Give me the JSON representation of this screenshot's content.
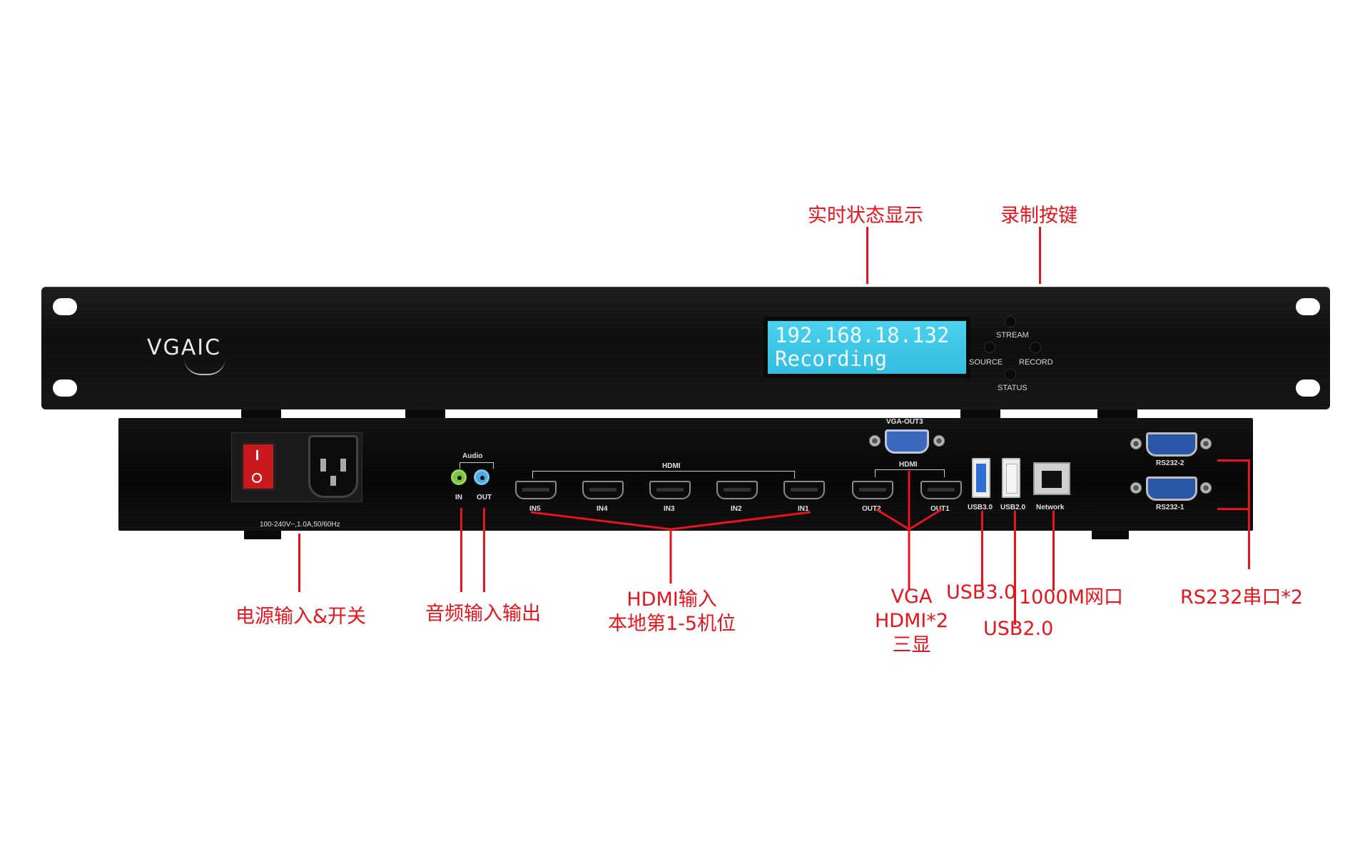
{
  "callouts": {
    "status_display": "实时状态显示",
    "record_buttons": "录制按键",
    "power": "电源输入&开关",
    "audio": "音频输入输出",
    "hdmi_in_line1": "HDMI输入",
    "hdmi_in_line2": "本地第1-5机位",
    "vga_line1": "VGA",
    "vga_line2": "HDMI*2",
    "vga_line3": "三显",
    "usb30": "USB3.0",
    "usb20": "USB2.0",
    "network": "1000M网口",
    "rs232": "RS232串口*2"
  },
  "front_panel": {
    "brand": "VGAIC",
    "lcd_line1": "192.168.18.132",
    "lcd_line2": "Recording",
    "buttons": {
      "stream": "STREAM",
      "source": "SOURCE",
      "record": "RECORD",
      "status": "STATUS"
    }
  },
  "rear_panel": {
    "power_rating": "100-240V~,1.0A,50/60Hz",
    "audio_label": "Audio",
    "audio_in": "IN",
    "audio_out": "OUT",
    "hdmi_group_label": "HDMI",
    "hdmi_inputs": [
      "IN5",
      "IN4",
      "IN3",
      "IN2",
      "IN1"
    ],
    "vga_label": "VGA-OUT3",
    "hdmi_out_group_label": "HDMI",
    "hdmi_outputs": [
      "OUT2",
      "OUT1"
    ],
    "usb30_label": "USB3.0",
    "usb20_label": "USB2.0",
    "network_label": "Network",
    "rs232_2_label": "RS232-2",
    "rs232_1_label": "RS232-1"
  },
  "colors": {
    "callout": "#e8141d",
    "lcd": "#3ec8e8",
    "chassis": "#0d0d0d"
  }
}
